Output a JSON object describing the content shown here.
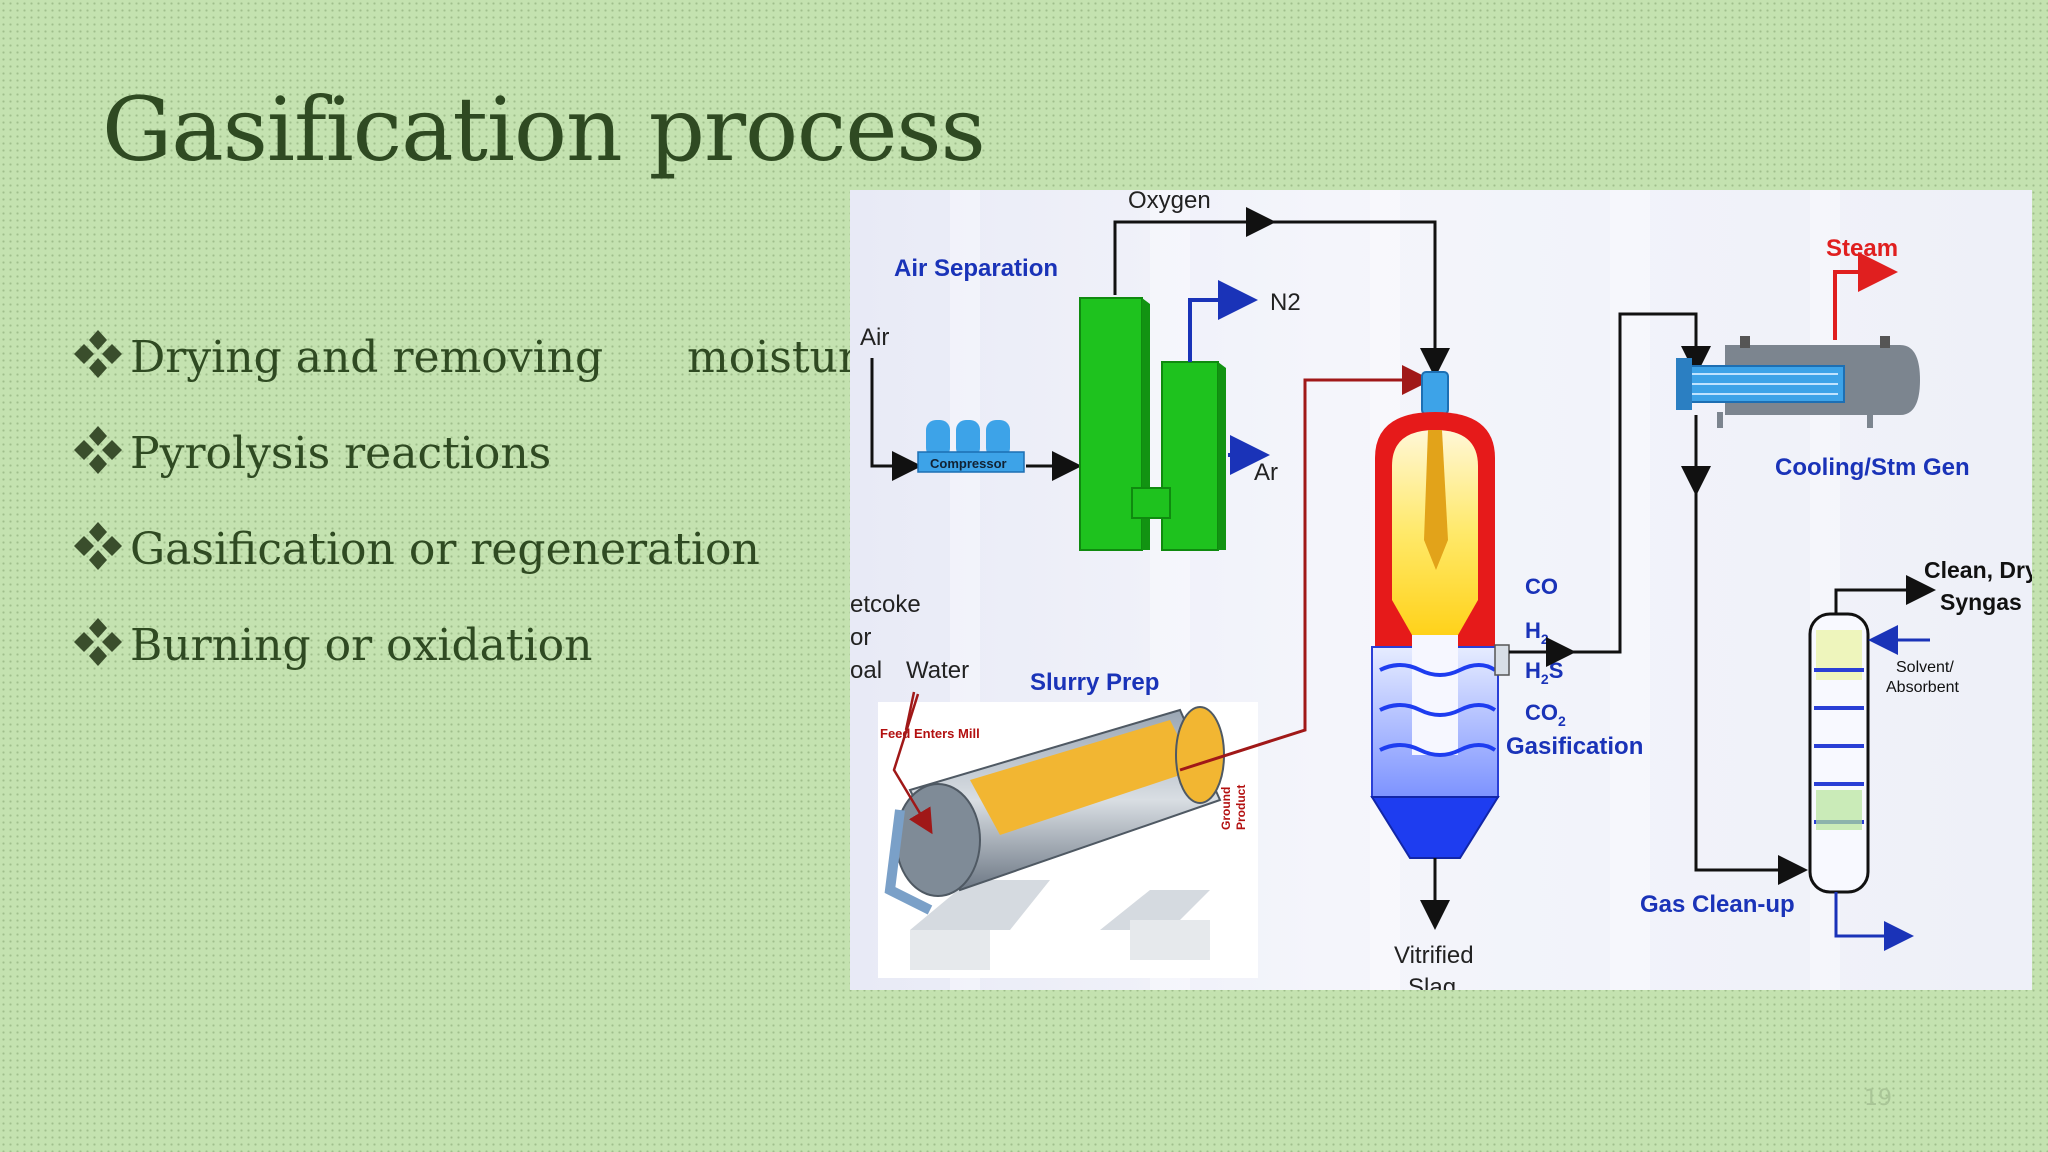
{
  "slide": {
    "title": "Gasification process",
    "bullets": [
      {
        "text": "Drying and removing",
        "extra": "moisture"
      },
      {
        "text": "Pyrolysis reactions"
      },
      {
        "text": "Gasification or regeneration"
      },
      {
        "text": "Burning or oxidation"
      }
    ],
    "page_number": "19",
    "colors": {
      "title": "#2f4a22",
      "background": "#c4e2b0",
      "bullet": "#3a4e2c"
    }
  },
  "diagram": {
    "air_separation": "Air Separation",
    "oxygen": "Oxygen",
    "n2": "N2",
    "air": "Air",
    "ar": "Ar",
    "compressor": "Compressor",
    "petcoke_1": "etcoke",
    "petcoke_2": "or",
    "petcoke_3": "oal",
    "water": "Water",
    "slurry_prep": "Slurry Prep",
    "feed_enters_mill": "Feed Enters Mill",
    "ground_product_1": "Ground",
    "ground_product_2": "Product",
    "co": "CO",
    "h2": "H",
    "h2_sub": "2",
    "h2s": "H",
    "h2s_sub": "2",
    "h2s_s": "S",
    "co2": "CO",
    "co2_sub": "2",
    "gasification": "Gasification",
    "vitrified_1": "Vitrified",
    "vitrified_2": "Slag",
    "steam": "Steam",
    "cooling": "Cooling/Stm Gen",
    "clean_dry_1": "Clean, Dry",
    "clean_dry_2": "Syngas",
    "solvent_1": "Solvent/",
    "solvent_2": "Absorbent",
    "gas_cleanup": "Gas Clean-up",
    "colors": {
      "label_blue": "#1a33b8",
      "steam_red": "#e01f1f",
      "vessel_green": "#1ec21e",
      "pipe": "#111111",
      "hot_pipe": "#a01818"
    }
  }
}
